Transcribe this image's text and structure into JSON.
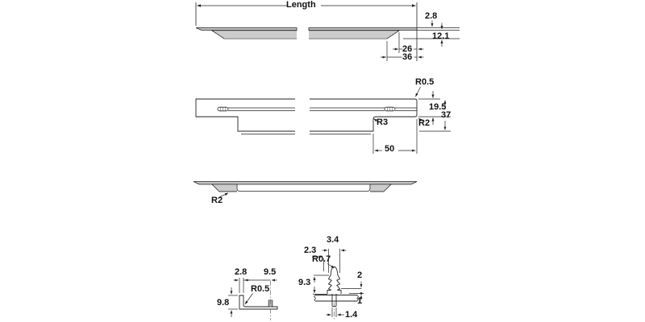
{
  "drawing": {
    "type": "technical-dimension-drawing",
    "colors": {
      "line": "#222222",
      "thin": "#444444",
      "hatch": "#777777",
      "bar_fill": "#c4c4c4",
      "background": "#ffffff"
    },
    "views": {
      "side": {
        "name": "side-section-view",
        "length": "Length",
        "thickness": "2.8",
        "total_height": "12.1",
        "inset_upper": "26",
        "inset_lower": "36"
      },
      "plan": {
        "name": "plan-view",
        "corner_radius_top": "R0.5",
        "height_upper": "19.5",
        "height_total": "37",
        "fillet_inner": "R3",
        "corner_radius_bottom": "R2",
        "end_offset": "50"
      },
      "bottom": {
        "name": "bottom-view",
        "recess_radius": "R2"
      },
      "end_cap": {
        "name": "end-cap-detail",
        "wall_thickness": "2.8",
        "stud_offset": "9.5",
        "fillet": "R0.5",
        "height": "9.8"
      },
      "sleeve": {
        "name": "expansion-sleeve-detail",
        "barb_width": "3.4",
        "dome_width": "2.3",
        "tip_radius": "R0.7",
        "barb_length": "9.3",
        "collar_height": "2",
        "protrusion": "1",
        "stem_width": "1.4"
      }
    }
  }
}
